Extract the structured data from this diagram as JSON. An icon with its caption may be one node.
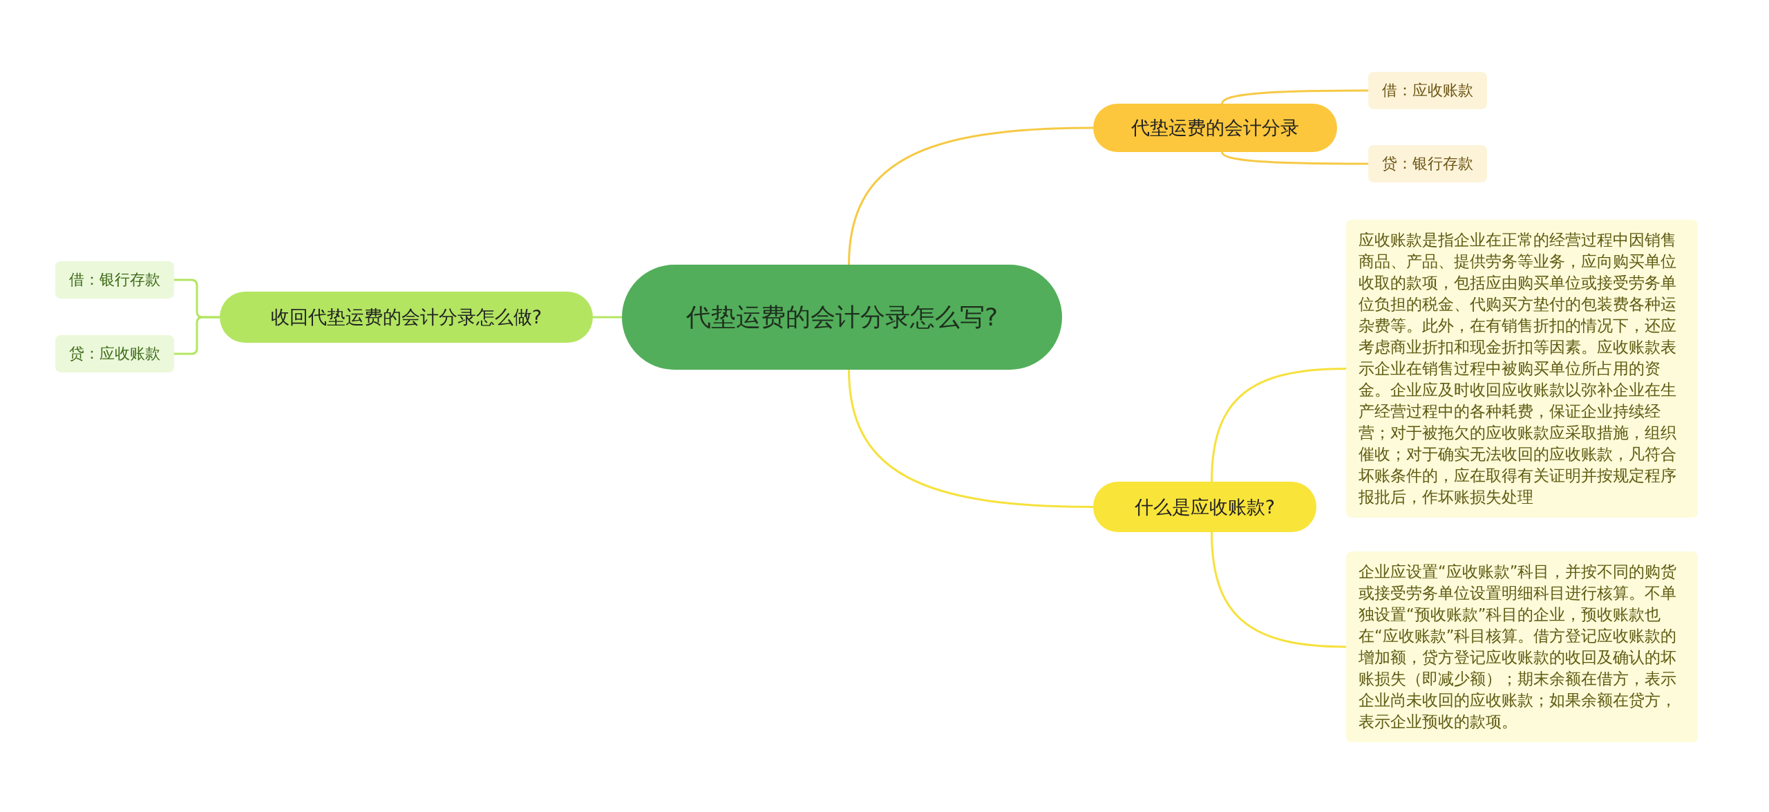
{
  "diagram": {
    "nodes": [
      {
        "text": [
          "代垫运费的会计分录怎么写?"
        ]
      },
      {
        "text": [
          "代垫运费的会计分录"
        ]
      },
      {
        "text": [
          "借：应收账款"
        ]
      },
      {
        "text": [
          "贷：银行存款"
        ]
      },
      {
        "text": [
          "什么是应收账款?"
        ]
      },
      {
        "text": [
          "应收账款是指企业在正常的经营过程中因销售商品、产品、提供劳务等业务，应向购买单位收取的款项，包括应由购买单位或接受劳务单位负担的税金、代购买方垫付的包装费各种运杂费等。此外，在有销售折扣的情况下，还应考虑商业折扣和现金折扣等因素。应收账款表示企业在销售过程中被购买单位所占用的资金。企业应及时收回应收账款以弥补企业在生产经营过程中的各种耗费，保证企业持续经营；对于被拖欠的应收账款应采取措施，组织催收；对于确实无法收回的应收账款，凡符合坏账条件的，应在取得有关证明并按规定程序报批后，作坏账损失处理"
        ]
      },
      {
        "text": [
          "企业应设置“应收账款”科目，并按不同的购货或接受劳务单位设置明细科目进行核算。不单独设置“预收账款”科目的企业，预收账款也在“应收账款”科目核算。借方登记应收账款的增加额，贷方登记应收账款的收回及确认的坏账损失（即减少额）；期末余额在借方，表示企业尚未收回的应收账款；如果余额在贷方，表示企业预收的款项。"
        ]
      },
      {
        "text": [
          "收回代垫运费的会计分录怎么做?"
        ]
      },
      {
        "text": [
          "借：银行存款"
        ]
      },
      {
        "text": [
          "贷：应收账款"
        ]
      }
    ],
    "edges": [
      {
        "from": 0,
        "to": 1,
        "arrow": "none",
        "color": "#f6c944"
      },
      {
        "from": 1,
        "to": 2,
        "arrow": "none",
        "color": "#f6c944"
      },
      {
        "from": 1,
        "to": 3,
        "arrow": "none",
        "color": "#f6c944"
      },
      {
        "from": 0,
        "to": 4,
        "arrow": "none",
        "color": "#f6e13c"
      },
      {
        "from": 4,
        "to": 5,
        "arrow": "none",
        "color": "#f6e13c"
      },
      {
        "from": 4,
        "to": 6,
        "arrow": "none",
        "color": "#f6e13c"
      },
      {
        "from": 0,
        "to": 7,
        "arrow": "none",
        "color": "#b3e561"
      },
      {
        "from": 7,
        "to": 8,
        "arrow": "none",
        "color": "#b3e561"
      },
      {
        "from": 7,
        "to": 9,
        "arrow": "none",
        "color": "#b3e561"
      }
    ]
  }
}
